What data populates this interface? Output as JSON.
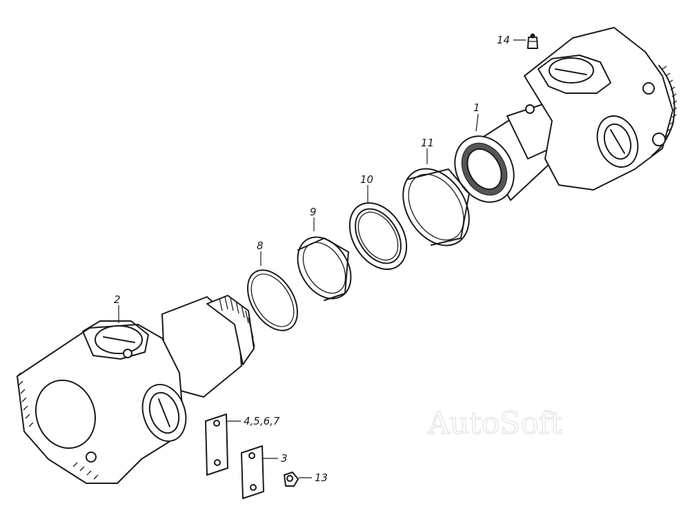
{
  "callouts": [
    {
      "id": "1",
      "label": "1"
    },
    {
      "id": "2",
      "label": "2"
    },
    {
      "id": "3",
      "label": "3"
    },
    {
      "id": "4",
      "label": "4,5,6,7"
    },
    {
      "id": "8",
      "label": "8"
    },
    {
      "id": "9",
      "label": "9"
    },
    {
      "id": "10",
      "label": "10"
    },
    {
      "id": "11",
      "label": "11"
    },
    {
      "id": "13",
      "label": "13"
    },
    {
      "id": "14",
      "label": "14"
    }
  ],
  "watermark": "AutoSoft",
  "colors": {
    "line": "#1a1a1a",
    "background": "#ffffff",
    "watermark": "#e2e2e2"
  }
}
